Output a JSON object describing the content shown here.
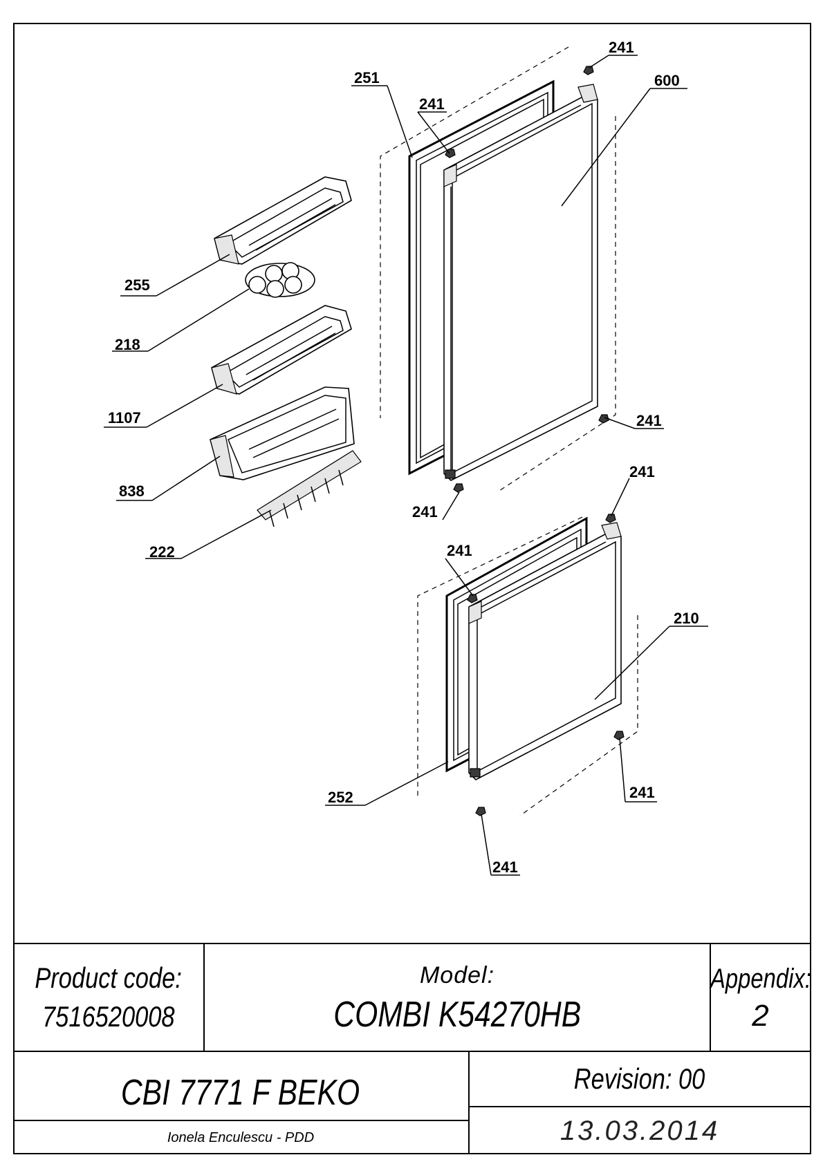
{
  "callouts": {
    "c241_top": "241",
    "c251": "251",
    "c241_a": "241",
    "c600": "600",
    "c255": "255",
    "c218": "218",
    "c1107": "1107",
    "c241_b": "241",
    "c838": "838",
    "c241_c": "241",
    "c241_d": "241",
    "c222": "222",
    "c241_e": "241",
    "c210": "210",
    "c241_f": "241",
    "c252": "252",
    "c241_g": "241"
  },
  "title_block": {
    "product_code_label": "Product code:",
    "product_code_value": "7516520008",
    "model_label": "Model:",
    "model_value": "COMBI K54270HB",
    "appendix_label": "Appendix:",
    "appendix_value": "2",
    "product_name": "CBI 7771 F BEKO",
    "revision": "Revision: 00",
    "author": "Ionela Enculescu - PDD",
    "date": "13.03.2014"
  }
}
